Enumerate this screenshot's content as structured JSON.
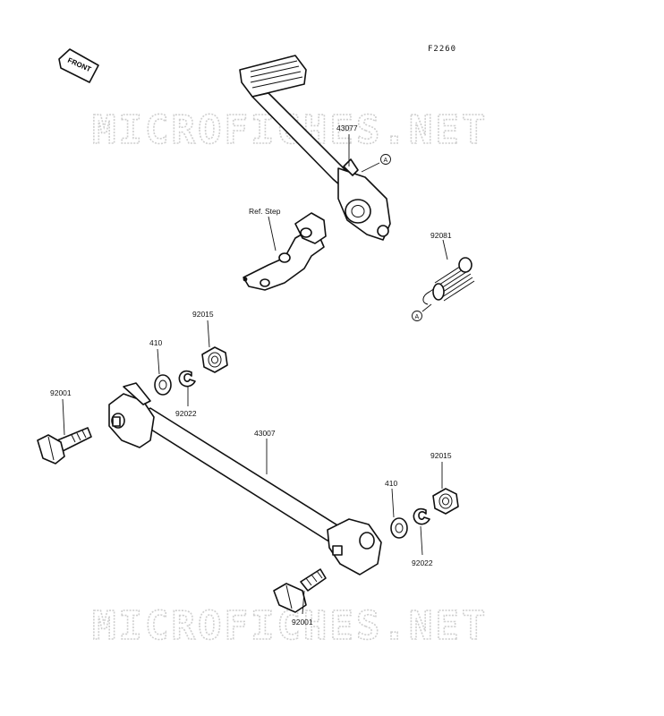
{
  "figure_code": "F2260",
  "front_label": "FRONT",
  "watermark": "MICROFICHES.NET",
  "ref_label": "Ref. Step",
  "marker_letter": "A",
  "parts": {
    "brake_pedal": "43077",
    "spring": "92081",
    "rod": "43007",
    "nut_upper": "92015",
    "washer_upper": "410",
    "clip_upper": "92022",
    "bolt_left": "92001",
    "washer_lower": "410",
    "clip_lower": "92022",
    "nut_lower": "92015",
    "bolt_lower": "92001"
  }
}
